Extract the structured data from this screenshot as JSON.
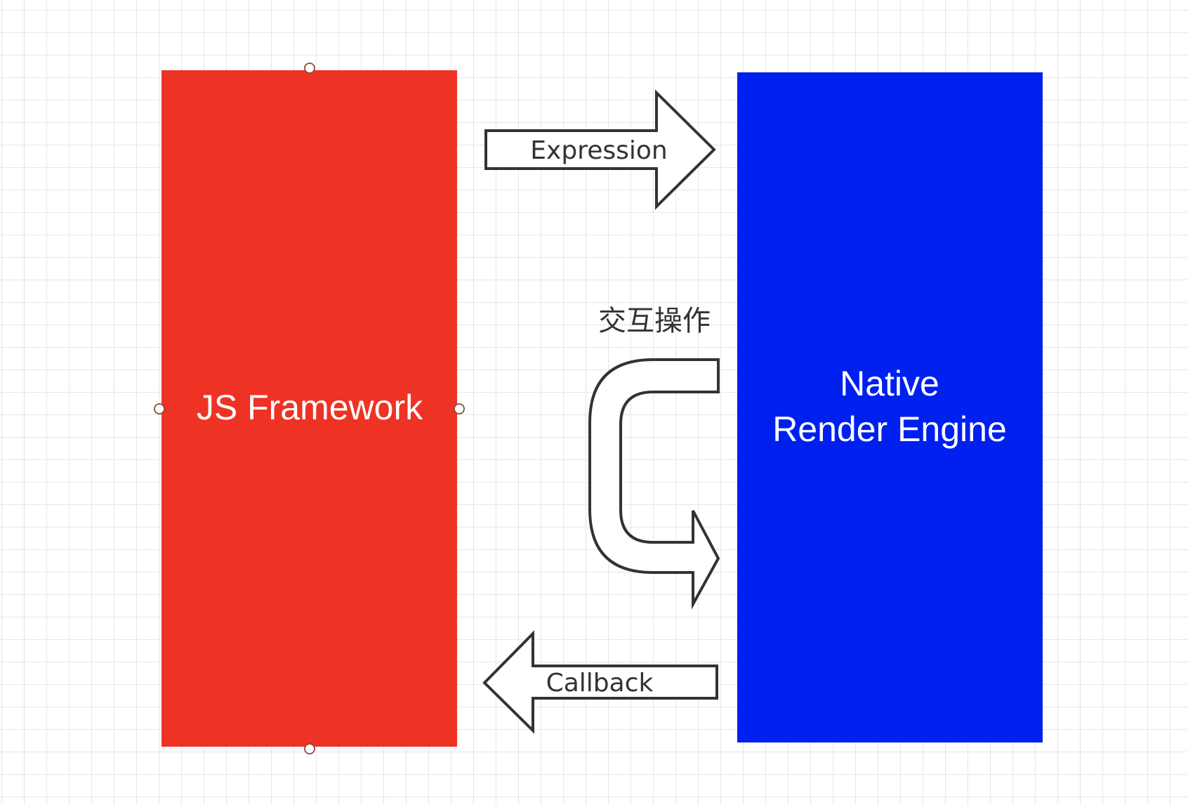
{
  "js_framework": {
    "label": "JS Framework",
    "color": "#ee3224"
  },
  "native_engine": {
    "line1": "Native",
    "line2": "Render Engine",
    "color": "#0020f0"
  },
  "arrows": {
    "expression": "Expression",
    "interaction": "交互操作",
    "callback": "Callback"
  },
  "arrow_style": {
    "fill": "#ffffff",
    "stroke": "#333333"
  },
  "grid_color": "#e6e6e6"
}
